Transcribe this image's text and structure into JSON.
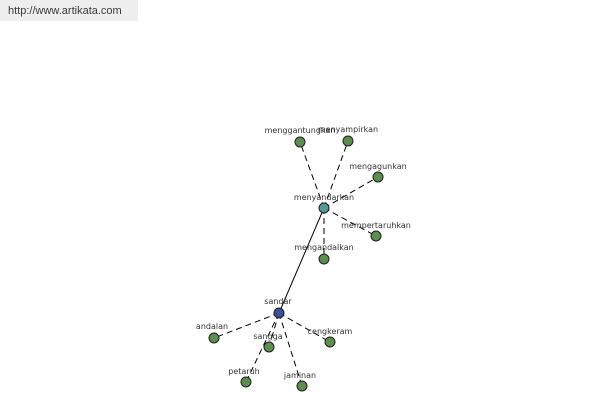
{
  "header": {
    "source_url": "http://www.artikata.com"
  },
  "colors": {
    "leaf": "#5a8f4e",
    "hub": "#4f9a9a",
    "root": "#3b4f9c",
    "edge": "#000000",
    "label": "#333333"
  },
  "graph": {
    "nodes": [
      {
        "id": "sandar",
        "label": "sandar",
        "kind": "root"
      },
      {
        "id": "menyandarkan",
        "label": "menyandarkan",
        "kind": "hub"
      },
      {
        "id": "menggantungkan",
        "label": "menggantungkan",
        "kind": "leaf"
      },
      {
        "id": "menyampirkan",
        "label": "menyampirkan",
        "kind": "leaf"
      },
      {
        "id": "mengagunkan",
        "label": "mengagunkan",
        "kind": "leaf"
      },
      {
        "id": "mempertaruhkan",
        "label": "mempertaruhkan",
        "kind": "leaf"
      },
      {
        "id": "mengandalkan",
        "label": "mengandalkan",
        "kind": "leaf"
      },
      {
        "id": "andalan",
        "label": "andalan",
        "kind": "leaf"
      },
      {
        "id": "sangga",
        "label": "sangga",
        "kind": "leaf"
      },
      {
        "id": "cengkeram",
        "label": "cengkeram",
        "kind": "leaf"
      },
      {
        "id": "petaruh",
        "label": "petaruh",
        "kind": "leaf"
      },
      {
        "id": "jaminan",
        "label": "jaminan",
        "kind": "leaf"
      }
    ],
    "edges": [
      {
        "from": "sandar",
        "to": "menyandarkan",
        "style": "solid"
      },
      {
        "from": "menyandarkan",
        "to": "menggantungkan",
        "style": "dashed"
      },
      {
        "from": "menyandarkan",
        "to": "menyampirkan",
        "style": "dashed"
      },
      {
        "from": "menyandarkan",
        "to": "mengagunkan",
        "style": "dashed"
      },
      {
        "from": "menyandarkan",
        "to": "mempertaruhkan",
        "style": "dashed"
      },
      {
        "from": "menyandarkan",
        "to": "mengandalkan",
        "style": "dashed"
      },
      {
        "from": "sandar",
        "to": "andalan",
        "style": "dashed"
      },
      {
        "from": "sandar",
        "to": "sangga",
        "style": "dashed"
      },
      {
        "from": "sandar",
        "to": "cengkeram",
        "style": "dashed"
      },
      {
        "from": "sandar",
        "to": "petaruh",
        "style": "dashed"
      },
      {
        "from": "sandar",
        "to": "jaminan",
        "style": "dashed"
      }
    ]
  }
}
